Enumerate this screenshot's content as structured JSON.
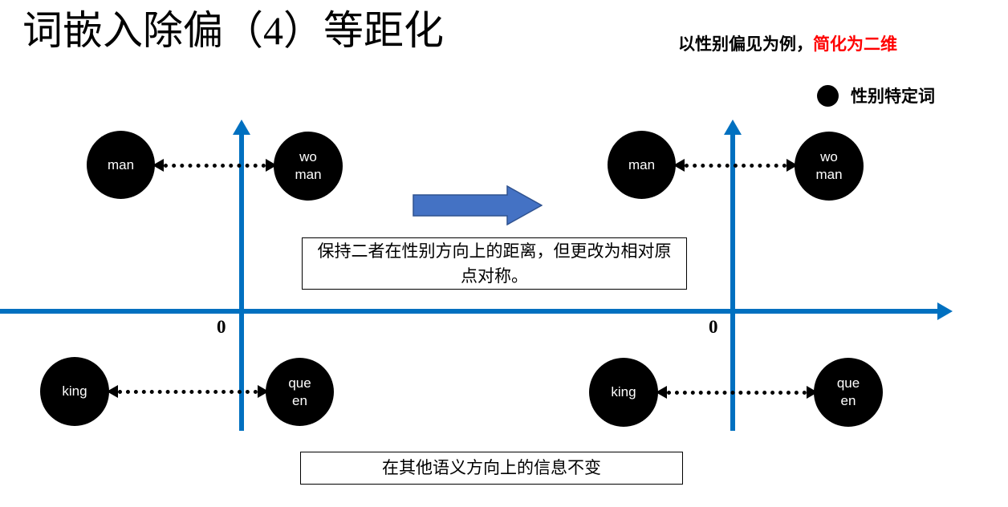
{
  "slide": {
    "title": "词嵌入除偏（4）等距化",
    "header_note_plain": "以性别偏见为例，",
    "header_note_highlight": "简化为二维",
    "highlight_color": "#FF0000",
    "axis_color": "#0070C0",
    "node_color": "#000000",
    "arrow_fill": "#4472C4",
    "arrow_stroke": "#2F528F"
  },
  "legend": {
    "icon": "filled-circle",
    "label": "性别特定词"
  },
  "diagrams": [
    {
      "id": "before",
      "origin_label": "0",
      "nodes": [
        {
          "text": "man",
          "quadrant": "upper-left"
        },
        {
          "text": "wo\nman",
          "quadrant": "upper-right"
        },
        {
          "text": "king",
          "quadrant": "lower-left"
        },
        {
          "text": "que\nen",
          "quadrant": "lower-right"
        }
      ],
      "connections": [
        {
          "from": "man",
          "to": "wo man",
          "style": "dotted-double-arrow"
        },
        {
          "from": "king",
          "to": "queen",
          "style": "dotted-double-arrow"
        }
      ]
    },
    {
      "id": "after",
      "origin_label": "0",
      "nodes": [
        {
          "text": "man",
          "quadrant": "upper-left"
        },
        {
          "text": "wo\nman",
          "quadrant": "upper-right"
        },
        {
          "text": "king",
          "quadrant": "lower-left"
        },
        {
          "text": "que\nen",
          "quadrant": "lower-right"
        }
      ],
      "connections": [
        {
          "from": "man",
          "to": "wo man",
          "style": "dotted-double-arrow"
        },
        {
          "from": "king",
          "to": "queen",
          "style": "dotted-double-arrow"
        }
      ]
    }
  ],
  "callouts": {
    "middle": "保持二者在性别方向上的距离，但更改为相对原点对称。",
    "bottom": "在其他语义方向上的信息不变"
  }
}
